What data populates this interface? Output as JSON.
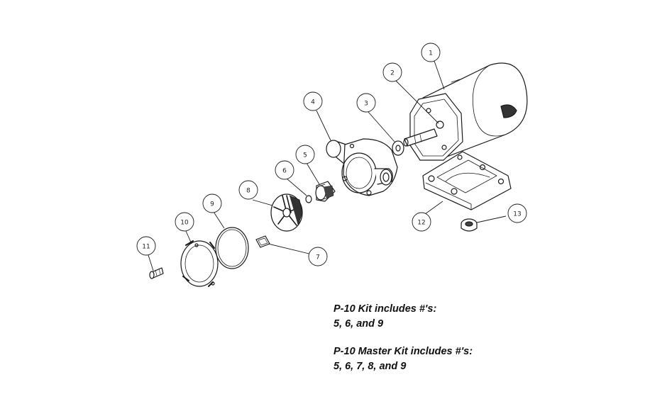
{
  "diagram": {
    "callouts": [
      {
        "id": "1",
        "label": "1"
      },
      {
        "id": "2",
        "label": "2"
      },
      {
        "id": "3",
        "label": "3"
      },
      {
        "id": "4",
        "label": "4"
      },
      {
        "id": "5",
        "label": "5"
      },
      {
        "id": "6",
        "label": "6"
      },
      {
        "id": "7",
        "label": "7"
      },
      {
        "id": "8",
        "label": "8"
      },
      {
        "id": "9",
        "label": "9"
      },
      {
        "id": "10",
        "label": "10"
      },
      {
        "id": "11",
        "label": "11"
      },
      {
        "id": "12",
        "label": "12"
      },
      {
        "id": "13",
        "label": "13"
      }
    ]
  },
  "kits": {
    "p10_title": "P-10 Kit includes #'s:",
    "p10_items": "5, 6,  and 9",
    "master_title": "P-10 Master Kit includes #'s:",
    "master_items": "5, 6, 7, 8, and 9"
  }
}
